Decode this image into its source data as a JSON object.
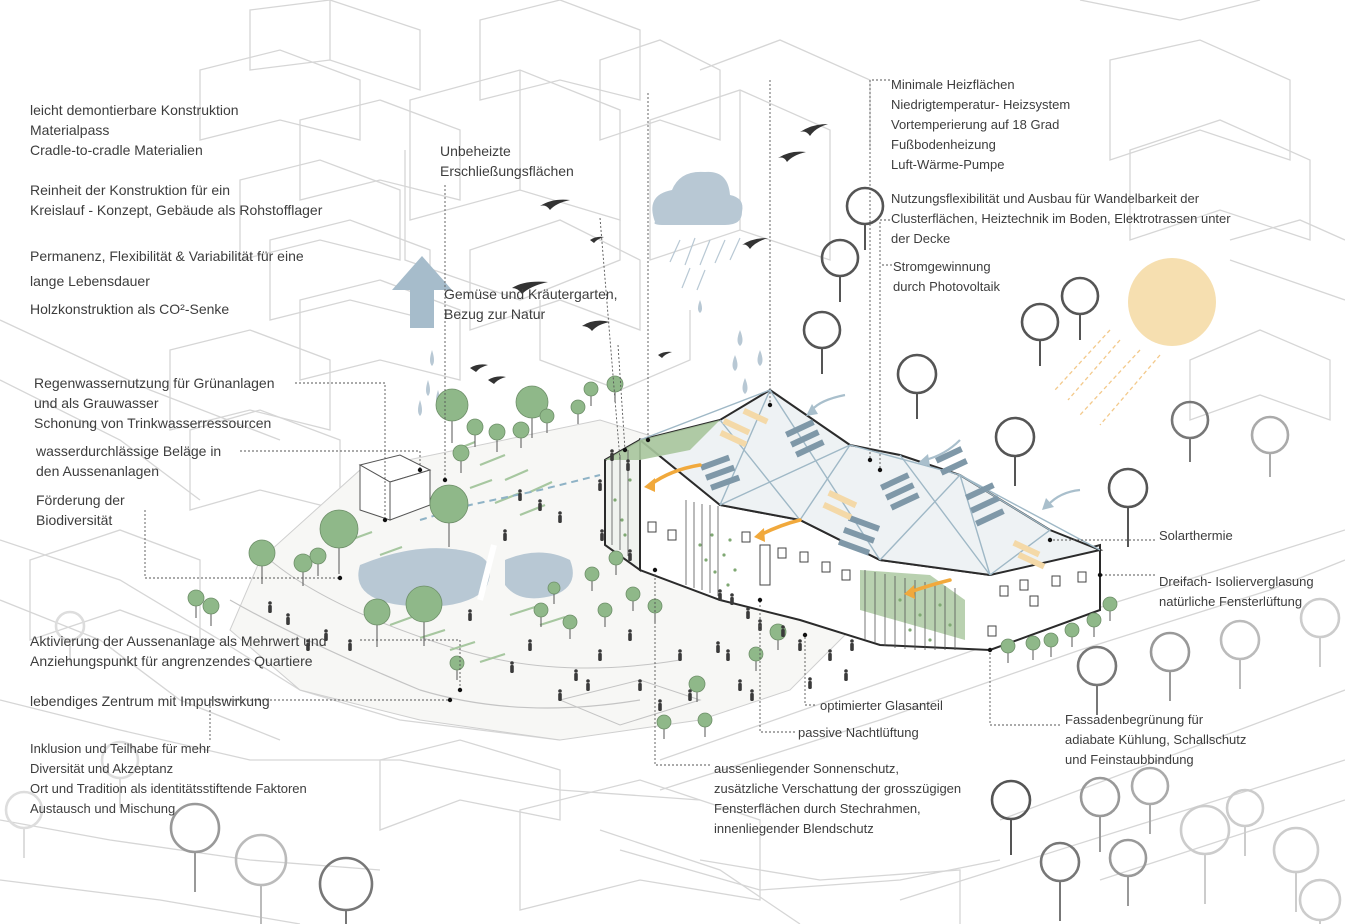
{
  "colors": {
    "line_light": "#d2d2d2",
    "line_dark": "#2b2b2b",
    "tree_green": "#8fb889",
    "tree_outline": "#6e8f69",
    "water_blue": "#b8c8d4",
    "arrow_blue": "#a9bfcc",
    "sun_yellow": "#f6dfb0",
    "panel_yellow": "#f4d9a8",
    "panel_blue": "#7f98a8",
    "wind_arrow_orange": "#f1a93c",
    "text": "#3d3d3d"
  },
  "icons": [
    "cloud-icon",
    "sun-icon",
    "upward-arrow-icon",
    "bird-icon",
    "tree-icon",
    "wind-arrow-icon"
  ],
  "labels_left": {
    "construction": [
      "leicht demontierbare Konstruktion",
      "Materialpass",
      "Cradle-to-cradle Materialien"
    ],
    "circularity": [
      "Reinheit der Konstruktion für ein",
      "Kreislauf - Konzept, Gebäude als Rohstofflager"
    ],
    "permanence": [
      "Permanenz, Flexibilität & Variabilität für eine",
      "lange Lebensdauer"
    ],
    "co2": "Holzkonstruktion als CO²-Senke",
    "rainwater": [
      "Regenwassernutzung für Grünanlagen",
      "und als Grauwasser",
      "Schonung von Trinkwasserressourcen"
    ],
    "permeable": [
      "wasserdurchlässige Beläge in",
      "den Aussenanlagen"
    ],
    "biodiversity": [
      "Förderung der",
      "Biodiversität"
    ],
    "activation": [
      "Aktivierung der Aussenanlage als Mehrwert und",
      "Anziehungspunkt für angrenzendes Quartiere"
    ],
    "center": "lebendiges Zentrum mit Impulswirkung",
    "inclusion": [
      "Inklusion und Teilhabe für mehr",
      "Diversität und Akzeptanz",
      "Ort und Tradition als identitätsstiftende Faktoren",
      "Austausch und Mischung"
    ]
  },
  "labels_center": {
    "unheated": [
      "Unbeheizte",
      "Erschließungsflächen"
    ],
    "garden": [
      "Gemüse und Kräutergarten,",
      "Bezug zur Natur"
    ]
  },
  "labels_right": {
    "heating": [
      "Minimale Heizflächen",
      "Niedrigtemperatur- Heizsystem",
      "Vortemperierung auf 18 Grad",
      "Fußbodenheizung",
      "Luft-Wärme-Pumpe"
    ],
    "flexibility": [
      "Nutzungsflexibilität und Ausbau für Wandelbarkeit der",
      "Clusterflächen, Heiztechnik im Boden, Elektrotrassen unter",
      "der Decke"
    ],
    "pv": [
      "Stromgewinnung",
      "durch Photovoltaik"
    ],
    "solarthermie": "Solarthermie",
    "glazing": [
      "Dreifach- Isolierverglasung",
      "natürliche Fensterlüftung"
    ],
    "glass_share": "optimierter Glasanteil",
    "night_vent": "passive Nachtlüftung",
    "facade": [
      "Fassadenbegrünung für",
      "adiabate Kühlung, Schallschutz",
      "und Feinstaubbindung"
    ],
    "shading": [
      "aussenliegender Sonnenschutz,",
      "zusätzliche Verschattung der grosszügigen",
      "Fensterflächen durch Stechrahmen,",
      "innenliegender Blendschutz"
    ]
  }
}
